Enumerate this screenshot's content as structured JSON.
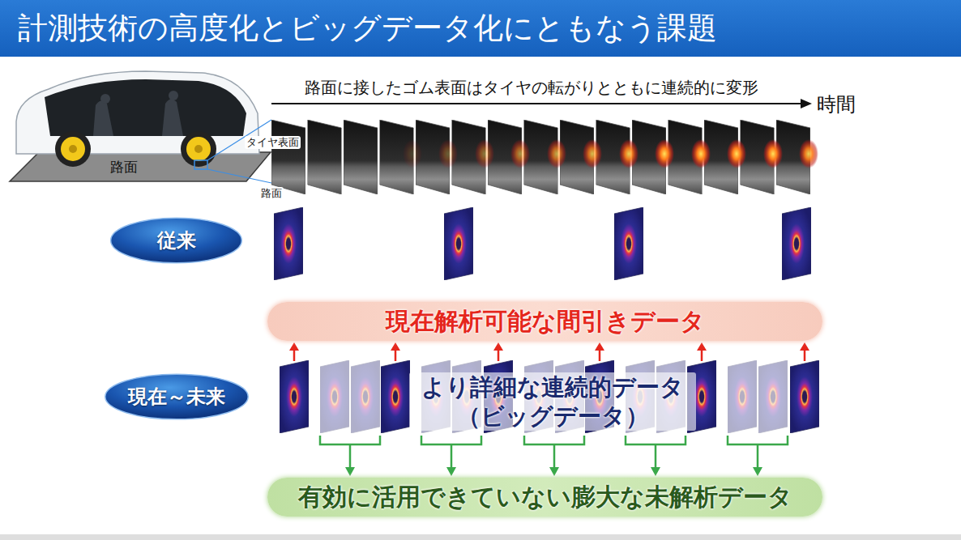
{
  "diagram": {
    "title": "計測技術の高度化とビッグデータ化にともなう課題",
    "nodes": [
      {
        "text": [
          "従来"
        ]
      },
      {
        "text": [
          "現在解析可能な間引きデータ"
        ]
      },
      {
        "text": [
          "現在～未来"
        ]
      },
      {
        "text": [
          "有効に活用できていない膨大な未解析データ"
        ]
      }
    ],
    "labels": [
      "路面に接したゴム表面はタイヤの転がりとともに連続的に変形",
      "時間",
      "タイヤ表面",
      "路面",
      "路面",
      "より詳細な連続的データ （ビッグデータ）"
    ]
  }
}
